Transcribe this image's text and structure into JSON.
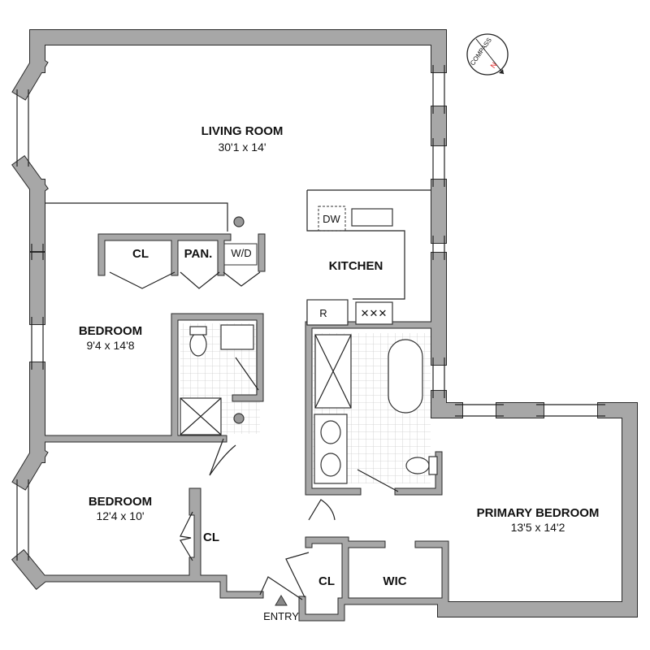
{
  "rooms": {
    "living": {
      "name": "LIVING ROOM",
      "size": "30'1 x 14'"
    },
    "kitchen": {
      "name": "KITCHEN"
    },
    "bedroom1": {
      "name": "BEDROOM",
      "size": "9'4 x 14'8"
    },
    "bedroom2": {
      "name": "BEDROOM",
      "size": "12'4 x 10'"
    },
    "primary": {
      "name": "PRIMARY BEDROOM",
      "size": "13'5 x 14'2"
    },
    "cl1": {
      "name": "CL"
    },
    "pantry": {
      "name": "PAN."
    },
    "wd": {
      "name": "W/D"
    },
    "cl2": {
      "name": "CL"
    },
    "cl3": {
      "name": "CL"
    },
    "wic": {
      "name": "WIC"
    }
  },
  "appliances": {
    "dw": "DW",
    "r": "R"
  },
  "entry": "ENTRY",
  "compass": {
    "label": "COMPASS",
    "north": "N",
    "north_color": "#e02020"
  },
  "colors": {
    "wall": "#a7a7a7",
    "outline": "#2a2a2a"
  }
}
